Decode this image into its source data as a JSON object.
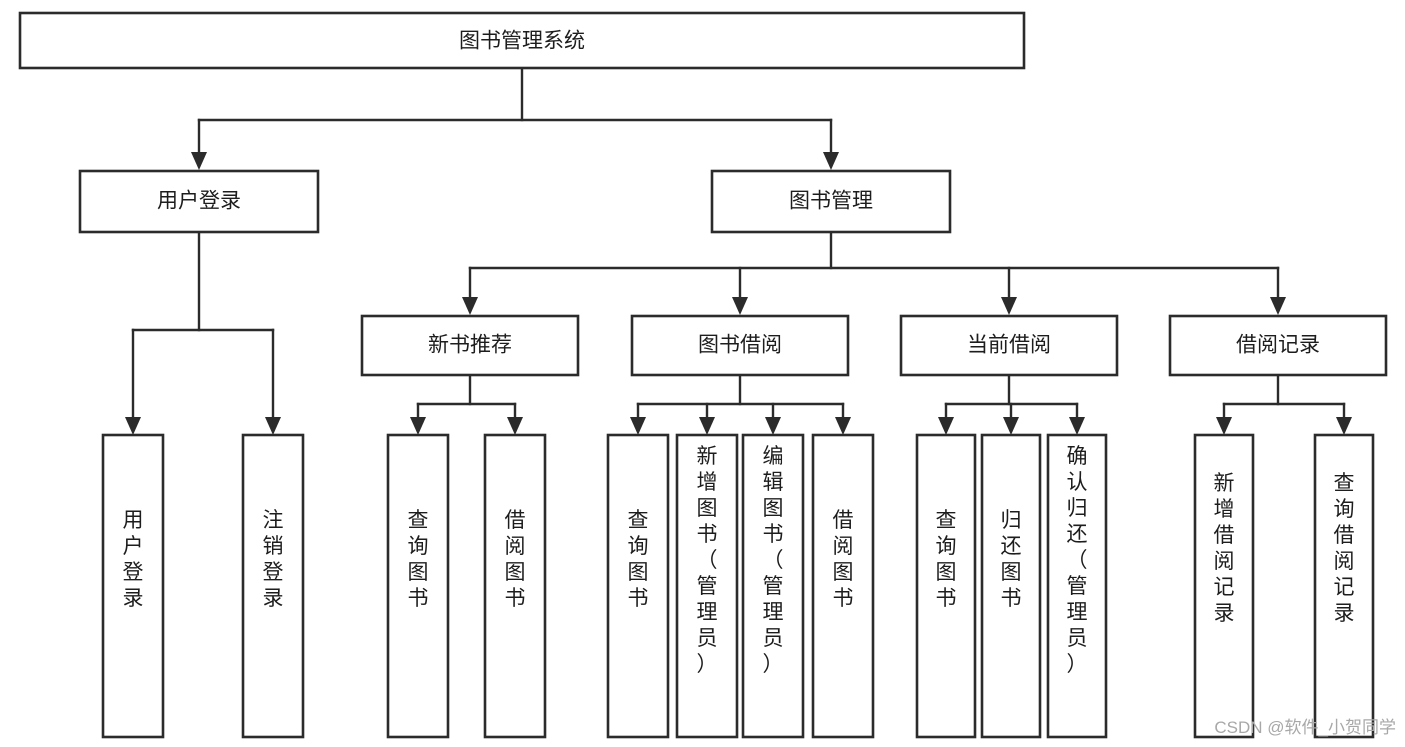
{
  "diagram": {
    "title": "图书管理系统",
    "type": "hierarchy-tree",
    "root": {
      "id": "root",
      "label": "图书管理系统",
      "orientation": "horizontal"
    },
    "level2": [
      {
        "id": "user-login",
        "label": "用户登录",
        "orientation": "horizontal"
      },
      {
        "id": "book-management",
        "label": "图书管理",
        "orientation": "horizontal"
      }
    ],
    "level3": [
      {
        "id": "new-book-recommend",
        "label": "新书推荐",
        "orientation": "horizontal",
        "parent": "book-management"
      },
      {
        "id": "book-borrow",
        "label": "图书借阅",
        "orientation": "horizontal",
        "parent": "book-management"
      },
      {
        "id": "current-borrow",
        "label": "当前借阅",
        "orientation": "horizontal",
        "parent": "book-management"
      },
      {
        "id": "borrow-record",
        "label": "借阅记录",
        "orientation": "horizontal",
        "parent": "book-management"
      }
    ],
    "leaves": [
      {
        "id": "leaf-user-login",
        "label": "用户登录",
        "orientation": "vertical",
        "parent": "user-login"
      },
      {
        "id": "leaf-user-logout",
        "label": "注销登录",
        "orientation": "vertical",
        "parent": "user-login"
      },
      {
        "id": "leaf-query-book-1",
        "label": "查询图书",
        "orientation": "vertical",
        "parent": "new-book-recommend"
      },
      {
        "id": "leaf-borrow-book-1",
        "label": "借阅图书",
        "orientation": "vertical",
        "parent": "new-book-recommend"
      },
      {
        "id": "leaf-query-book-2",
        "label": "查询图书",
        "orientation": "vertical",
        "parent": "book-borrow"
      },
      {
        "id": "leaf-add-book",
        "label": "新增图书（管理员）",
        "orientation": "vertical",
        "parent": "book-borrow"
      },
      {
        "id": "leaf-edit-book",
        "label": "编辑图书（管理员）",
        "orientation": "vertical",
        "parent": "book-borrow"
      },
      {
        "id": "leaf-borrow-book-2",
        "label": "借阅图书",
        "orientation": "vertical",
        "parent": "book-borrow"
      },
      {
        "id": "leaf-query-book-3",
        "label": "查询图书",
        "orientation": "vertical",
        "parent": "current-borrow"
      },
      {
        "id": "leaf-return-book",
        "label": "归还图书",
        "orientation": "vertical",
        "parent": "current-borrow"
      },
      {
        "id": "leaf-confirm-return",
        "label": "确认归还（管理员）",
        "orientation": "vertical",
        "parent": "current-borrow"
      },
      {
        "id": "leaf-add-record",
        "label": "新增借阅记录",
        "orientation": "vertical",
        "parent": "borrow-record"
      },
      {
        "id": "leaf-query-record",
        "label": "查询借阅记录",
        "orientation": "vertical",
        "parent": "borrow-record"
      }
    ],
    "colors": {
      "box_stroke": "#2b2b2b",
      "box_fill": "#ffffff",
      "text": "#1d1d1d",
      "connector": "#2b2b2b",
      "background": "#ffffff",
      "watermark": "#a8a8a8"
    }
  },
  "watermark": {
    "text": "CSDN @软件_小贺同学"
  }
}
